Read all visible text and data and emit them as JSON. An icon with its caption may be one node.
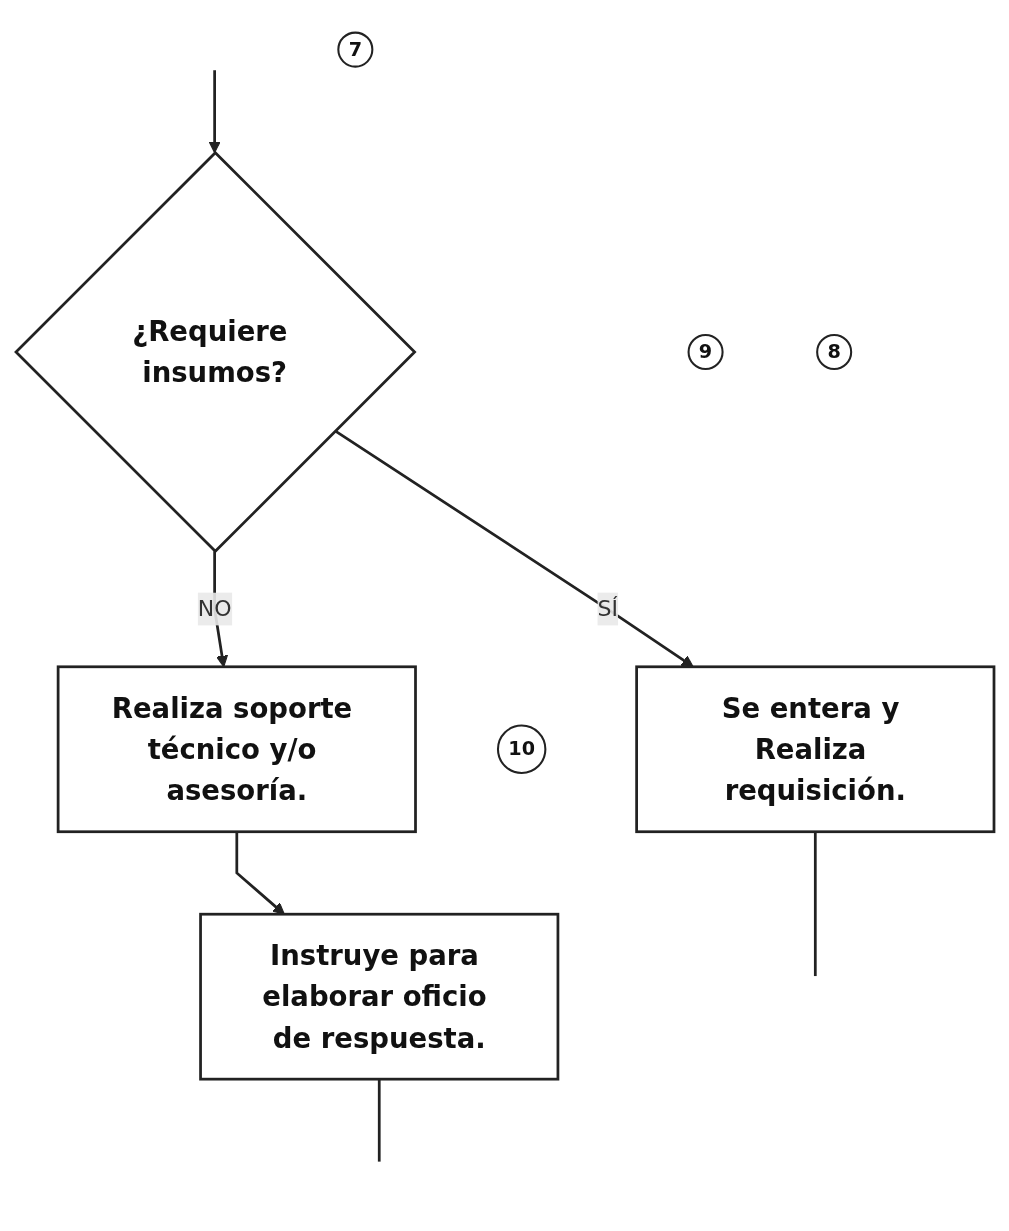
{
  "diagram": {
    "nodes": [
      {
        "text": [
          "7"
        ]
      },
      {
        "text": [
          "¿Requiere insumos?"
        ]
      },
      {
        "text": [
          "8"
        ]
      },
      {
        "text": [
          "Se entera y Realiza requisición."
        ]
      },
      {
        "text": [
          "9"
        ]
      },
      {
        "text": [
          "Realiza soporte técnico y/o asesoría."
        ]
      },
      {
        "text": [
          "10"
        ]
      },
      {
        "text": [
          "Instruye para elaborar oficio de respuesta."
        ]
      }
    ],
    "edges": [
      {
        "from": null,
        "to": 1,
        "arrow": "to"
      },
      {
        "from": 1,
        "to": 3,
        "label": "SÍ",
        "arrow": "to"
      },
      {
        "from": 1,
        "to": 5,
        "label": "NO",
        "arrow": "to"
      },
      {
        "from": 3,
        "to": null,
        "arrow": "none"
      },
      {
        "from": 5,
        "to": 7,
        "arrow": "to"
      },
      {
        "from": 7,
        "to": null,
        "arrow": "none"
      }
    ]
  }
}
